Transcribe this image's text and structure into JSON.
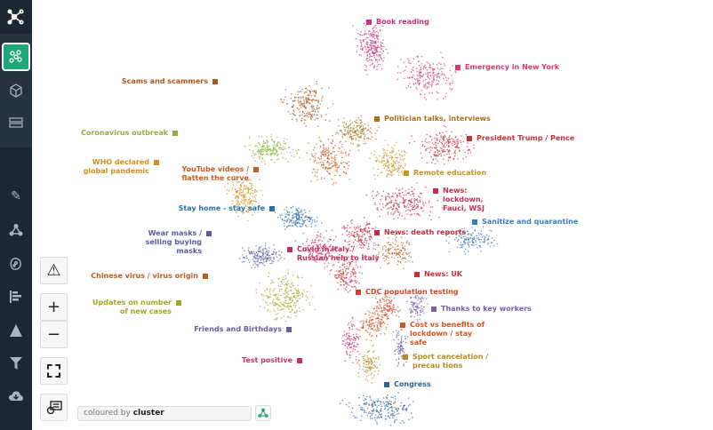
{
  "sidebar": {
    "items": [
      {
        "name": "graph-logo-icon"
      },
      {
        "name": "clusters-view-icon",
        "active": true
      },
      {
        "name": "cube-icon"
      },
      {
        "name": "table-icon"
      },
      {
        "name": "brush-icon"
      },
      {
        "name": "cluster-icon"
      },
      {
        "name": "bug-icon"
      },
      {
        "name": "bar-align-icon"
      },
      {
        "name": "pyramid-icon"
      },
      {
        "name": "filter-icon"
      },
      {
        "name": "cloud-download-icon"
      }
    ]
  },
  "controls": {
    "warning": "⚠",
    "zoom_in": "+",
    "zoom_out": "−"
  },
  "colour_by": {
    "prefix": "coloured by",
    "value": "cluster"
  },
  "clusters": [
    {
      "label": "Book reading",
      "color": "#c8327c"
    },
    {
      "label": "Emergency in New York",
      "color": "#d63a6e"
    },
    {
      "label": "Scams and scammers",
      "color": "#a8581c"
    },
    {
      "label": "Politician talks, interviews",
      "color": "#a8701a"
    },
    {
      "label": "President Trump / Pence",
      "color": "#c83038"
    },
    {
      "label": "Coronavirus outbreak",
      "color": "#8eaf44"
    },
    {
      "label": "WHO declared global pandemic",
      "color": "#d68e1c"
    },
    {
      "label": "YouTube videos / flatten the curve",
      "color": "#cc5a1e"
    },
    {
      "label": "Remote education",
      "color": "#c49424"
    },
    {
      "label": "News: lockdown, Fauci, WSJ",
      "color": "#c62e52"
    },
    {
      "label": "Stay home - stay safe",
      "color": "#2c70a4"
    },
    {
      "label": "Sanitize and quarantine",
      "color": "#3a7cbc"
    },
    {
      "label": "Wear masks / selling buying masks",
      "color": "#5a5c9c"
    },
    {
      "label": "News: death reports",
      "color": "#c82a3e"
    },
    {
      "label": "Covid in Italy / Russian help to Italy",
      "color": "#c42c5c"
    },
    {
      "label": "Chinese virus / virus origin",
      "color": "#b45e22"
    },
    {
      "label": "News: UK",
      "color": "#c8303c"
    },
    {
      "label": "CDC population testing",
      "color": "#d4442c"
    },
    {
      "label": "Updates on number of new cases",
      "color": "#a4a424"
    },
    {
      "label": "Thanks to key workers",
      "color": "#7c5ca4"
    },
    {
      "label": "Cost vs benefits of lockdown / stay safe",
      "color": "#d45422"
    },
    {
      "label": "Friends and Birthdays",
      "color": "#6c5c9c"
    },
    {
      "label": "Test positive",
      "color": "#c4306c"
    },
    {
      "label": "Sport cancelation / precau tions",
      "color": "#b48c22"
    },
    {
      "label": "Congress",
      "color": "#2c6494"
    }
  ]
}
